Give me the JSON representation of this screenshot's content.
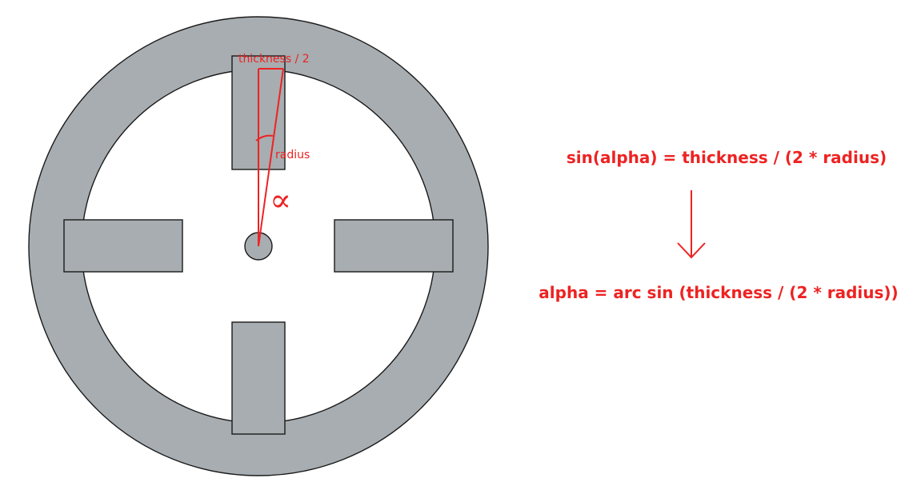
{
  "diagram": {
    "labels": {
      "thickness_half": "thickness / 2",
      "radius": "radius",
      "angle_symbol": "∝"
    },
    "formulas": {
      "sine_relation": "sin(alpha) = thickness / (2 * radius)",
      "arcsine_relation": "alpha = arc sin (thickness / (2 * radius))"
    },
    "colors": {
      "wheel_fill": "#a7adb0",
      "outline": "#1a1a1a",
      "annotation": "#ee2222",
      "background": "#ffffff"
    }
  }
}
